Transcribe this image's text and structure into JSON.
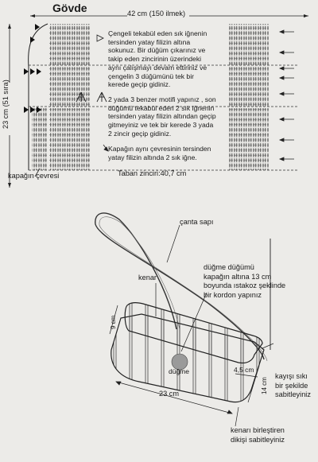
{
  "top": {
    "title": "Gövde",
    "width_label": "42 cm (150 ilmek)",
    "height_label": "23 cm (51 sıra)",
    "base_chain_label": "Taban zinciri:40,7 cm",
    "flap_edge_label": "kapağın çevresi",
    "instructions": [
      {
        "symbol": "triangle",
        "lines": [
          "Çengeli tekabül eden sık iğnenin",
          "tersinden  yatay  filizin altına",
          "sokunuz.  Bir düğüm çıkarınız  ve",
          "takip eden zincirinin  üzerindeki",
          "aynı  çalışmayı devam ettiriniz ve",
          "çengelin 3 düğümünü  tek bir",
          "kerede geçip gidiniz."
        ]
      },
      {
        "symbol": "dc-cluster",
        "lines": [
          "2 yada 3 benzer motifi yapınız , son",
          "düğümü  tekabül eden 2 sık iğnenin",
          "tersinden yatay filizin altından geçip",
          "gitmeyiniz ve  tek bir kerede  3 yada",
          "2 zincir geçip gidiniz."
        ]
      },
      {
        "symbol": "arrow",
        "lines": [
          "Kapağın aynı çevresinin tersinden",
          "yatay filizin altında 2 sık iğne."
        ]
      }
    ]
  },
  "bottom": {
    "strap_label": "çanta sapı",
    "edge_label": "kenar",
    "button_note": [
      "düğme düğümü",
      "kapağın altına 13 cm",
      "boyunda ıstakoz şeklinde",
      "bir kordon yapınız"
    ],
    "button_label": "düğme",
    "dim_9": "9 cm",
    "dim_45": "4,5 cm",
    "dim_14": "14 cm",
    "dim_23": "23 cm",
    "strap_fix_note": [
      "kayışı sıkı",
      "bir şekilde",
      "sabitleyiniz"
    ],
    "seam_note": [
      "kenarı birleştiren",
      "dikişi sabitleyiniz"
    ]
  }
}
